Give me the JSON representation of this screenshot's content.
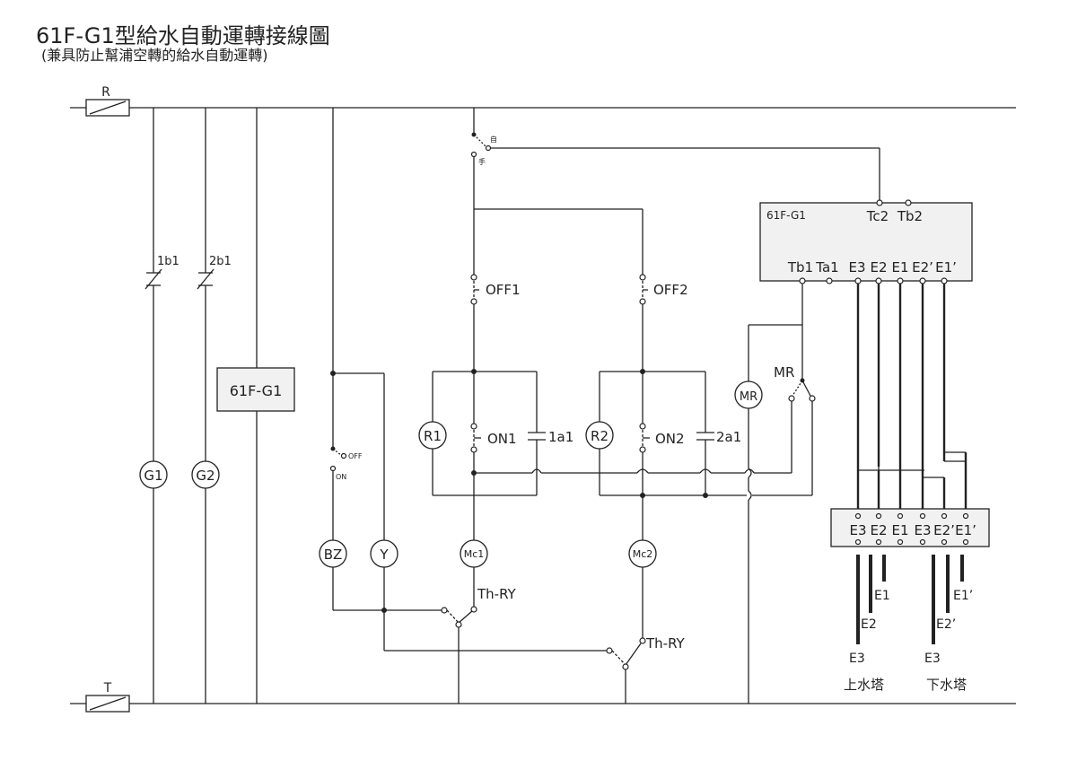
{
  "title": "61F-G1型給水自動運轉接線圖",
  "subtitle": "(兼具防止幫浦空轉的給水自動運轉)",
  "labels": {
    "r": "R",
    "t": "T",
    "sw_auto": "自",
    "sw_manual": "手",
    "b1": "1b1",
    "b2": "2b1",
    "g1": "G1",
    "g2": "G2",
    "ctrl_left": "61F-G1",
    "off_on_off": "OFF",
    "off_on_on": "ON",
    "bz": "BZ",
    "y": "Y",
    "off1": "OFF1",
    "off2": "OFF2",
    "r1": "R1",
    "r2": "R2",
    "on1": "ON1",
    "on2": "ON2",
    "a1": "1a1",
    "a2": "2a1",
    "mc1": "Mc1",
    "mc2": "Mc2",
    "thry1": "Th-RY",
    "thry2": "Th-RY",
    "mr": "MR",
    "mr_coil": "MR",
    "unit_name": "61F-G1",
    "tc2": "Tc2",
    "tb2": "Tb2",
    "tb1": "Tb1",
    "ta1": "Ta1",
    "ue3": "E3",
    "ue2": "E2",
    "ue1": "E1",
    "ue2p": "E2’",
    "ue1p": "E1’",
    "tm_e3a": "E3",
    "tm_e2a": "E2",
    "tm_e1a": "E1",
    "tm_e3b": "E3",
    "tm_e2b": "E2’",
    "tm_e1b": "E1’",
    "el_e1": "E1",
    "el_e2": "E2",
    "el_e3": "E3",
    "el_e1p": "E1’",
    "el_e2p": "E2’",
    "el_e3b": "E3",
    "tower_upper": "上水塔",
    "tower_lower": "下水塔"
  }
}
